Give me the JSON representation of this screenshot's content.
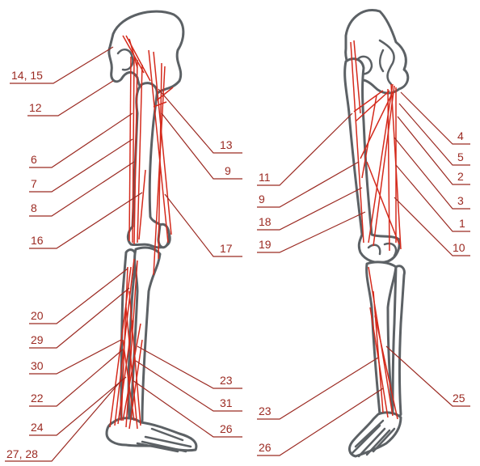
{
  "colors": {
    "bone_outline": "#5c6165",
    "muscle_line": "#d42a1c",
    "label": "#9b2a22"
  },
  "left_figure": {
    "labels": [
      {
        "id": "14-15",
        "text": "14, 15"
      },
      {
        "id": "12",
        "text": "12"
      },
      {
        "id": "6",
        "text": "6"
      },
      {
        "id": "7",
        "text": "7"
      },
      {
        "id": "8",
        "text": "8"
      },
      {
        "id": "16",
        "text": "16"
      },
      {
        "id": "13",
        "text": "13"
      },
      {
        "id": "9",
        "text": "9"
      },
      {
        "id": "17",
        "text": "17"
      },
      {
        "id": "20",
        "text": "20"
      },
      {
        "id": "29",
        "text": "29"
      },
      {
        "id": "30",
        "text": "30"
      },
      {
        "id": "22",
        "text": "22"
      },
      {
        "id": "24",
        "text": "24"
      },
      {
        "id": "27-28",
        "text": "27, 28"
      },
      {
        "id": "23",
        "text": "23"
      },
      {
        "id": "31",
        "text": "31"
      },
      {
        "id": "26",
        "text": "26"
      }
    ]
  },
  "right_figure": {
    "labels": [
      {
        "id": "4",
        "text": "4"
      },
      {
        "id": "5",
        "text": "5"
      },
      {
        "id": "2",
        "text": "2"
      },
      {
        "id": "3",
        "text": "3"
      },
      {
        "id": "1",
        "text": "1"
      },
      {
        "id": "10",
        "text": "10"
      },
      {
        "id": "11",
        "text": "11"
      },
      {
        "id": "9",
        "text": "9"
      },
      {
        "id": "18",
        "text": "18"
      },
      {
        "id": "19",
        "text": "19"
      },
      {
        "id": "23",
        "text": "23"
      },
      {
        "id": "26",
        "text": "26"
      },
      {
        "id": "25",
        "text": "25"
      }
    ]
  }
}
